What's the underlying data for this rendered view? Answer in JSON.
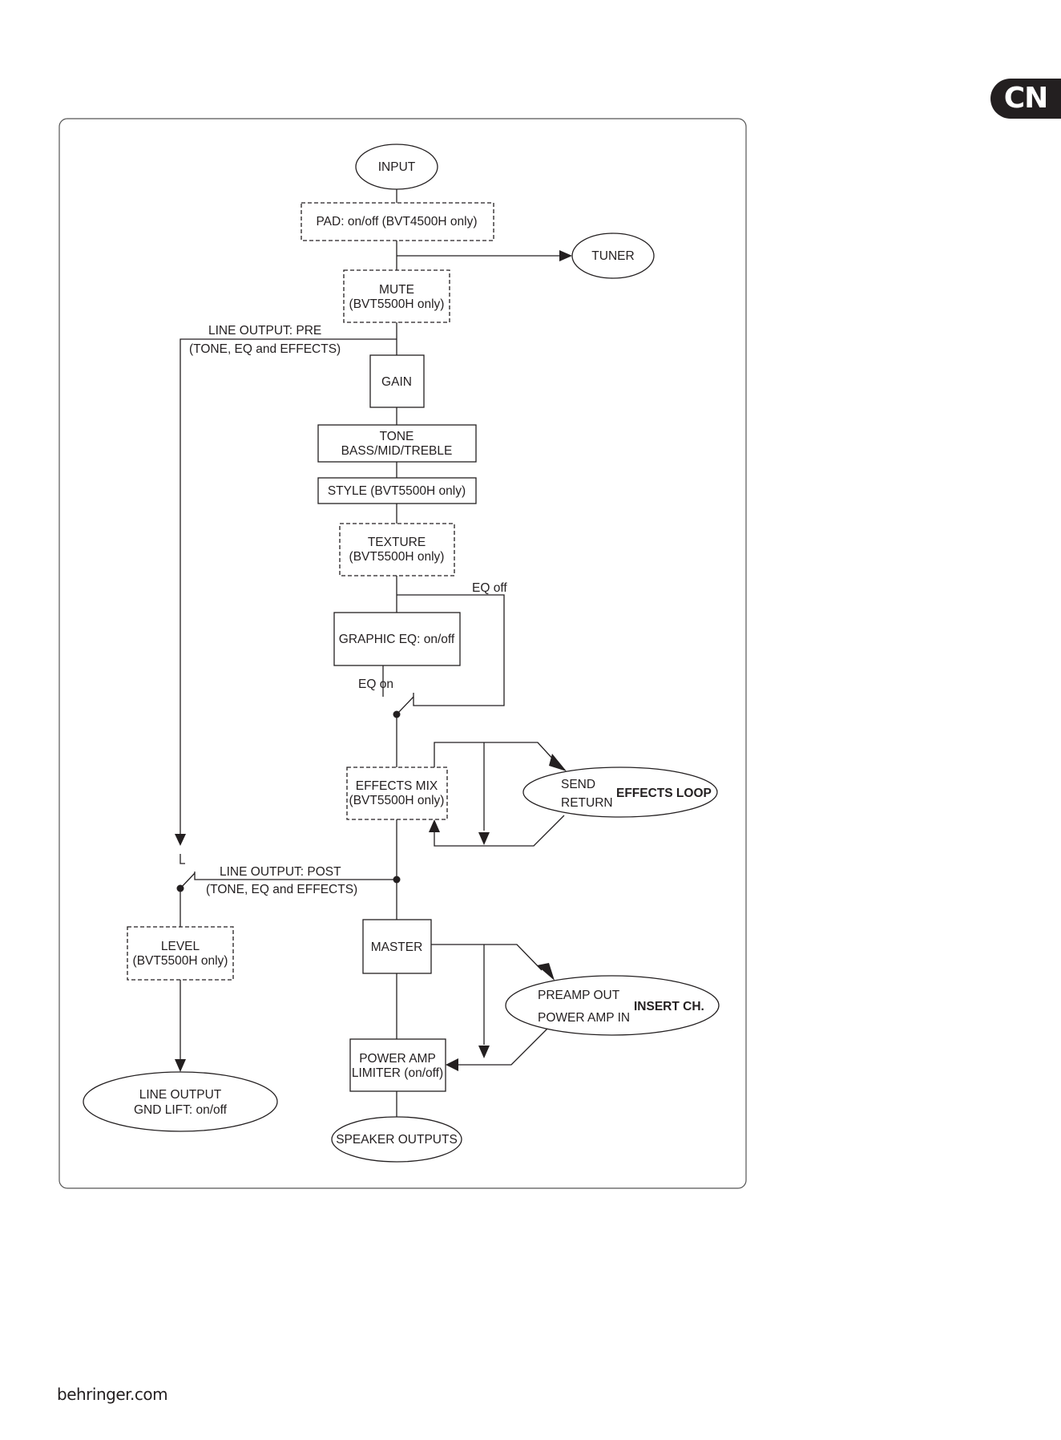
{
  "language_tab": "CN",
  "footer": {
    "brand": "behringer.com"
  },
  "diagram": {
    "input": "INPUT",
    "pad": "PAD: on/off (BVT4500H only)",
    "tuner": "TUNER",
    "mute": [
      "MUTE",
      "(BVT5500H only)"
    ],
    "line_output_pre": [
      "LINE OUTPUT: PRE",
      "(TONE, EQ and EFFECTS)"
    ],
    "gain": "GAIN",
    "tone": [
      "TONE",
      "BASS/MID/TREBLE"
    ],
    "style": "STYLE (BVT5500H only)",
    "texture": [
      "TEXTURE",
      "(BVT5500H only)"
    ],
    "eq_off": "EQ off",
    "graphic_eq": "GRAPHIC EQ: on/off",
    "eq_on": "EQ on",
    "effects_mix": [
      "EFFECTS MIX",
      "(BVT5500H only)"
    ],
    "effects_loop": {
      "send": "SEND",
      "return": "RETURN",
      "title": "EFFECTS LOOP"
    },
    "line_output_post": [
      "LINE OUTPUT: POST",
      "(TONE, EQ and EFFECTS)"
    ],
    "level": [
      "LEVEL",
      "(BVT5500H only)"
    ],
    "master": "MASTER",
    "insert": {
      "preamp_out": "PREAMP OUT",
      "power_amp_in": "POWER AMP IN",
      "title": "INSERT CH."
    },
    "power_amp": [
      "POWER AMP",
      "LIMITER (on/off)"
    ],
    "line_output": [
      "LINE OUTPUT",
      "GND LIFT: on/off"
    ],
    "speaker_outputs": "SPEAKER OUTPUTS"
  }
}
